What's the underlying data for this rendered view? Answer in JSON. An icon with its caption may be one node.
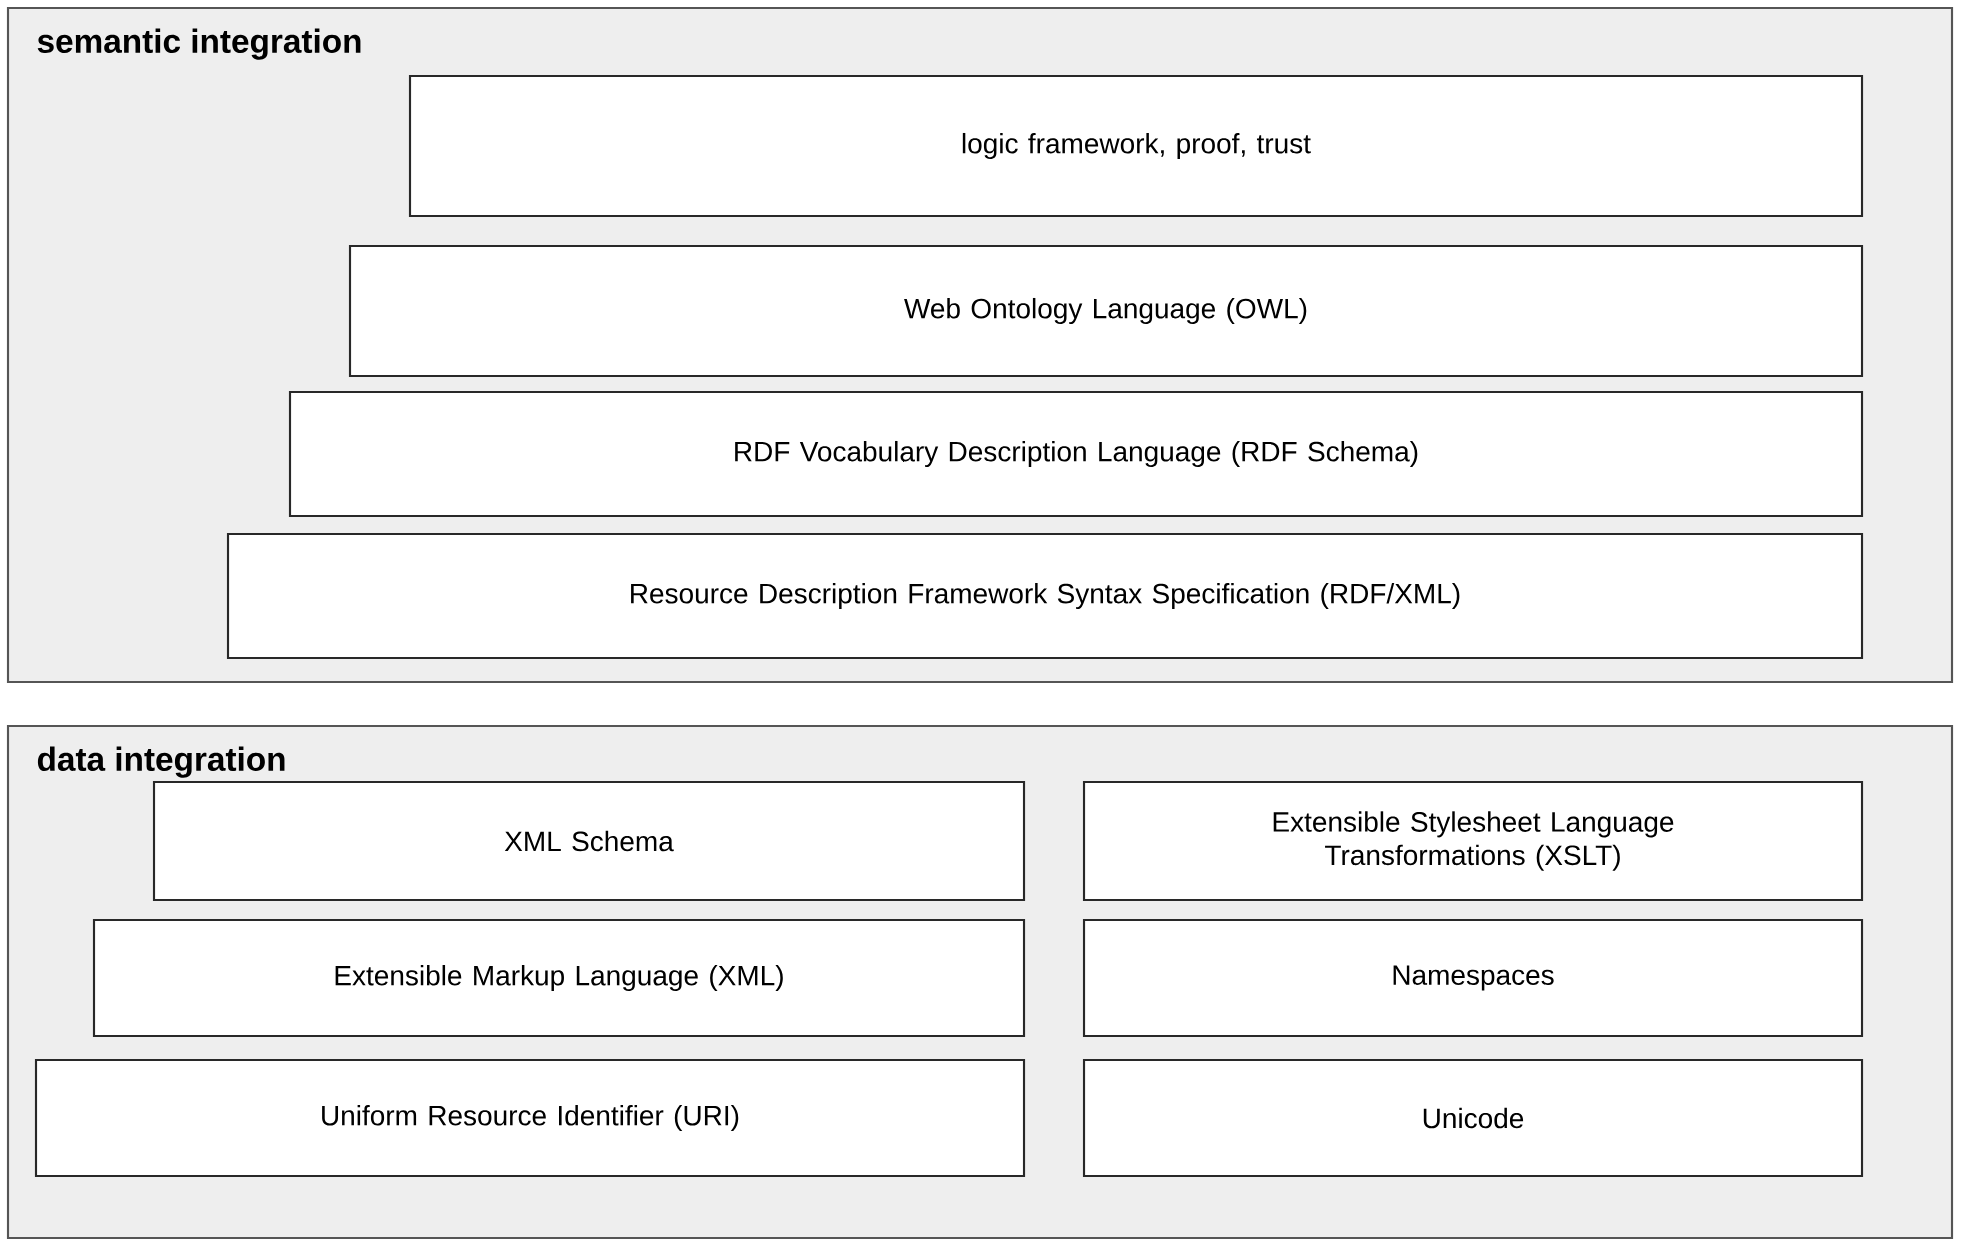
{
  "diagram": {
    "nodes": [
      {
        "text": [
          "semantic integration"
        ]
      },
      {
        "text": [
          "logic framework, proof, trust"
        ],
        "in": 0
      },
      {
        "text": [
          "Web Ontology Language (OWL)"
        ],
        "in": 0
      },
      {
        "text": [
          "RDF Vocabulary Description Language (RDF Schema)"
        ],
        "in": 0
      },
      {
        "text": [
          "Resource Description Framework Syntax Specification (RDF/XML)"
        ],
        "in": 0
      },
      {
        "text": [
          "data integration"
        ]
      },
      {
        "text": [
          "XML Schema"
        ],
        "in": 5
      },
      {
        "text": [
          "Extensible Stylesheet Language Transformations (XSLT)"
        ],
        "in": 5
      },
      {
        "text": [
          "Extensible Markup Language (XML)"
        ],
        "in": 5
      },
      {
        "text": [
          "Namespaces"
        ],
        "in": 5
      },
      {
        "text": [
          "Uniform Resource Identifier (URI)"
        ],
        "in": 5
      },
      {
        "text": [
          "Unicode"
        ],
        "in": 5
      }
    ]
  }
}
